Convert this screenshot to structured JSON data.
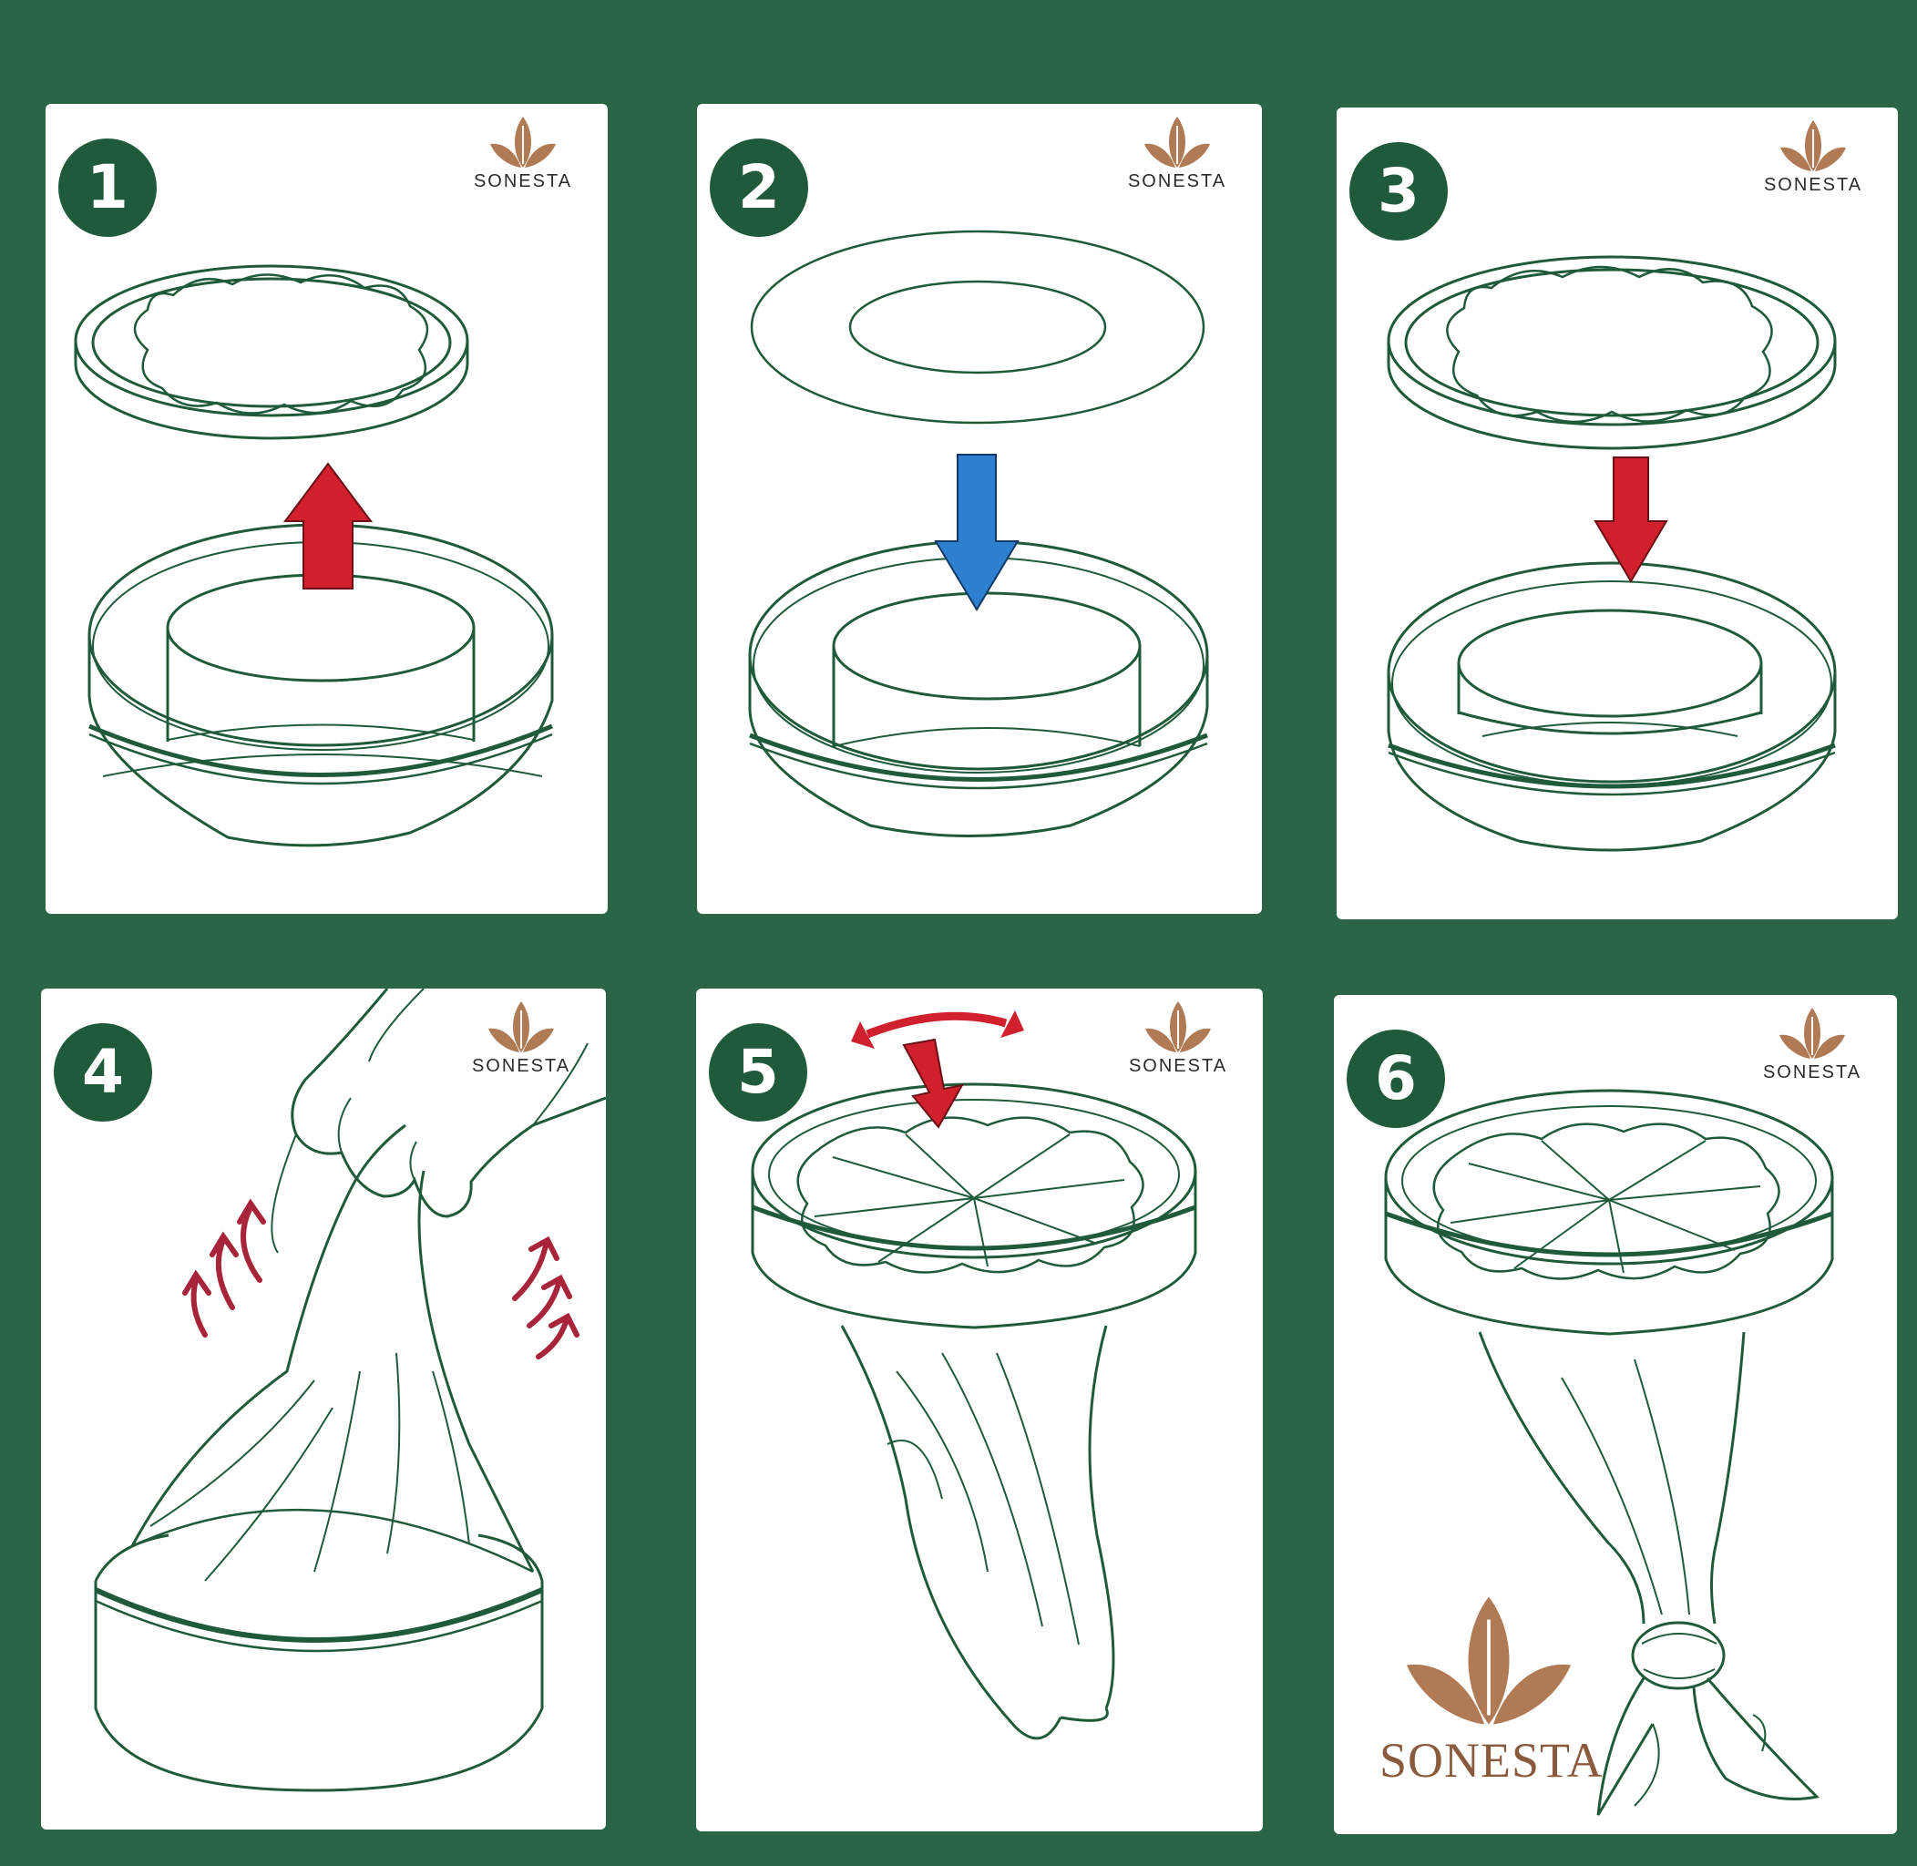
{
  "colors": {
    "background": "#2a6645",
    "panel": "#ffffff",
    "line": "#1f5a3a",
    "badge": "#1f5a3a",
    "arrow_red": "#d0202e",
    "arrow_blue": "#2f7fd0",
    "arrow_dark_red": "#a8243a",
    "logo_brown": "#b07a55"
  },
  "brand": {
    "name": "SONESTA",
    "icon": "leaf-logo-icon"
  },
  "steps": [
    {
      "number": "1",
      "arrow": "up-arrow-icon"
    },
    {
      "number": "2",
      "arrow": "down-arrow-icon"
    },
    {
      "number": "3",
      "arrow": "down-arrow-icon"
    },
    {
      "number": "4",
      "arrow": "curved-up-arrows-icon"
    },
    {
      "number": "5",
      "arrow": "twist-arrows-icon"
    },
    {
      "number": "6",
      "arrow": ""
    }
  ]
}
